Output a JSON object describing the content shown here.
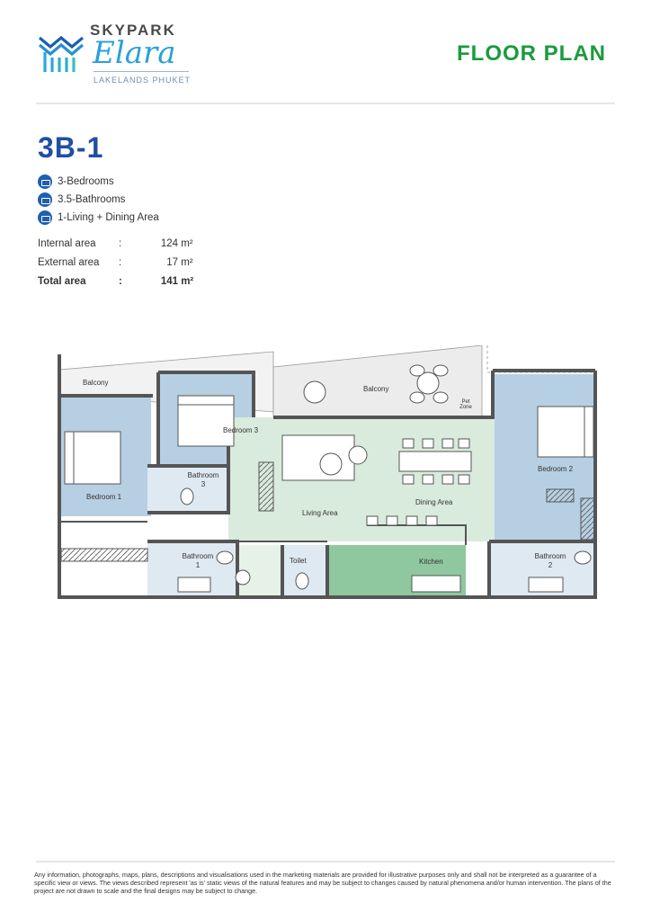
{
  "brand": {
    "name_top": "SKYPARK",
    "name_script": "Elara",
    "location": "LAKELANDS PHUKET",
    "colors": {
      "blue": "#1f4fa3",
      "green": "#1a9b3e",
      "cyan": "#2aa0d8"
    }
  },
  "header": {
    "title": "FLOOR PLAN"
  },
  "unit": {
    "code": "3B-1",
    "features": [
      {
        "icon": "bed-icon",
        "label": "3-Bedrooms"
      },
      {
        "icon": "bathtub-icon",
        "label": "3.5-Bathrooms"
      },
      {
        "icon": "sofa-icon",
        "label": "1-Living + Dining Area"
      }
    ],
    "areas": [
      {
        "label": "Internal area",
        "sep": ":",
        "value": "124",
        "unit": "m²"
      },
      {
        "label": "External area",
        "sep": ":",
        "value": "17",
        "unit": "m²"
      },
      {
        "label": "Total area",
        "sep": ":",
        "value": "141",
        "unit": "m²"
      }
    ]
  },
  "plan": {
    "rooms": {
      "balcony_left": "Balcony",
      "balcony_main": "Balcony",
      "pet_zone": "Pet Zone",
      "bedroom1": "Bedroom 1",
      "bedroom2": "Bedroom 2",
      "bedroom3": "Bedroom 3",
      "bathroom1": "Bathroom 1",
      "bathroom2": "Bathroom 2",
      "bathroom3": "Bathroom 3",
      "living": "Living Area",
      "dining": "Dining Area",
      "kitchen": "Kitchen",
      "toilet": "Toilet"
    },
    "colors": {
      "bedroom": "#b7cfe3",
      "living": "#d9ebdc",
      "kitchen": "#8fc79e",
      "wall": "#555555",
      "balcony": "#e9e9e9"
    }
  },
  "footer": {
    "disclaimer": "Any information, photographs, maps, plans, descriptions and visualisations used in the marketing materials are provided for illustrative purposes only and shall not be interpreted as a guarantee of a specific view or views. The views described represent 'as is' static views of the natural features and may be subject to changes caused by natural phenomena and/or human intervention. The plans of the project are not drawn to scale and the final designs may be subject to change."
  }
}
